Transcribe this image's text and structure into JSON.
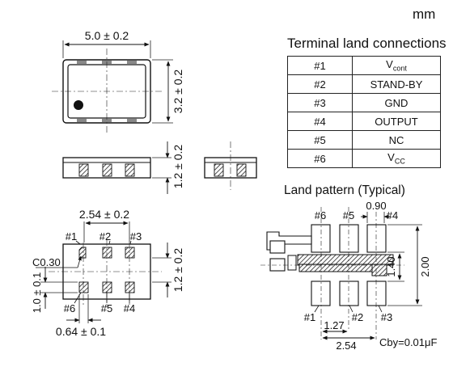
{
  "unit": "mm",
  "terminal_title": "Terminal land connections",
  "terminals": [
    {
      "pin": "#1",
      "name": "V",
      "sub": "cont"
    },
    {
      "pin": "#2",
      "name": "STAND-BY",
      "sub": ""
    },
    {
      "pin": "#3",
      "name": "GND",
      "sub": ""
    },
    {
      "pin": "#4",
      "name": "OUTPUT",
      "sub": ""
    },
    {
      "pin": "#5",
      "name": "NC",
      "sub": ""
    },
    {
      "pin": "#6",
      "name": "V",
      "sub": "CC"
    }
  ],
  "land_title": "Land pattern (Typical)",
  "dims": {
    "top_width": "5.0 ± 0.2",
    "top_height": "3.2 ± 0.2",
    "side_height": "1.2 ± 0.2",
    "pitch": "2.54 ± 0.2",
    "pad_height": "1.2 ± 0.2",
    "pad_width": "0.64 ± 0.1",
    "pad_len": "1.0 ± 0.1",
    "chamfer": "C0.30"
  },
  "bottom_pins": {
    "top": [
      "#1",
      "#2",
      "#3"
    ],
    "bottom": [
      "#6",
      "#5",
      "#4"
    ]
  },
  "land": {
    "top_labels": [
      "#6",
      "#5",
      "#4"
    ],
    "bottom_labels": [
      "#1",
      "#2",
      "#3"
    ],
    "dim_090": "0.90",
    "dim_140": "1.40",
    "dim_200": "2.00",
    "dim_127": "1.27",
    "dim_254": "2.54"
  },
  "cby": "Cby=0.01μF"
}
